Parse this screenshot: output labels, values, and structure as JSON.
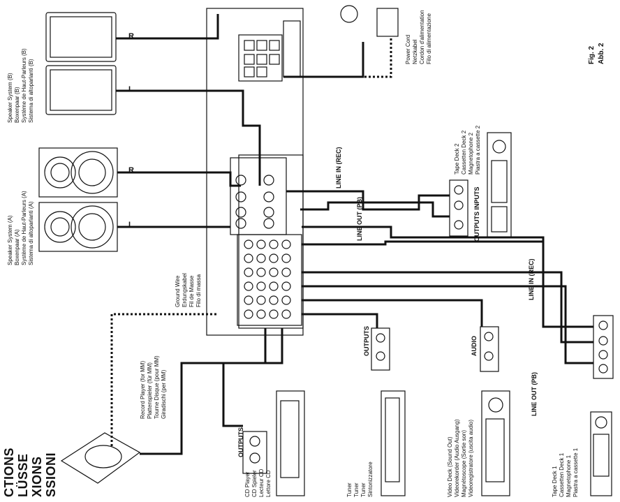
{
  "titles": [
    "CTIONS",
    "LÜSSE",
    "XIONS",
    "SSIONI"
  ],
  "figure": [
    "Fig. 2",
    "Abb. 2"
  ],
  "speaker_b": [
    "Speaker System (B)",
    "Boxenpaar (B)",
    "Système de Haut-Parleurs (B)",
    "Sistema di altoparlanti (B)"
  ],
  "speaker_a": [
    "Speaker System (A)",
    "Boxenpaar (A)",
    "Système de Haut-Parleurs (A)",
    "Sistema di altoparlanti (A)"
  ],
  "power_cord": [
    "Power Cord",
    "Netzkabel",
    "Cordon d'alimentation",
    "Filo di alimentazione"
  ],
  "ground_wire": [
    "Ground Wire",
    "Erdungskabel",
    "Fil de Masse",
    "Filo di massa"
  ],
  "record_player": [
    "Record Player (for MM)",
    "Plattenspieler (für MM)",
    "Tourne Disque (pour MM)",
    "Giradischi (per MM)"
  ],
  "cd_player": [
    "CD Player",
    "CD Spieler",
    "Lecteur CD",
    "Lettore CD"
  ],
  "tuner": [
    "Tuner",
    "Tuner",
    "Tuner",
    "Sintonizzatore"
  ],
  "video_deck": [
    "Video Deck (Sound Out)",
    "Videorekorder (Audio Ausgang)",
    "Magnétoscope (Sortie son)",
    "Videoregistratore (uscita audio)"
  ],
  "tape_deck_1": [
    "Tape Deck 1",
    "Cassetten Deck 1",
    "Magnetophone 1",
    "Piastra a cassette 1"
  ],
  "tape_deck_2": [
    "Tape Deck 2",
    "Cassetten Deck 2",
    "Magnetophone 2",
    "Piastra a cassette 2"
  ],
  "labels": {
    "line_in_rec_top": "LINE IN (REC)",
    "line_out_pb_top": "LINE OUT (PB)",
    "line_in_rec": "LINE IN (REC)",
    "line_out_pb": "LINE OUT (PB)",
    "outputs_inputs": "OUTPUTS INPUTS",
    "outputs": "OUTPUTS",
    "audio": "AUDIO",
    "r": "R",
    "l": "L"
  }
}
